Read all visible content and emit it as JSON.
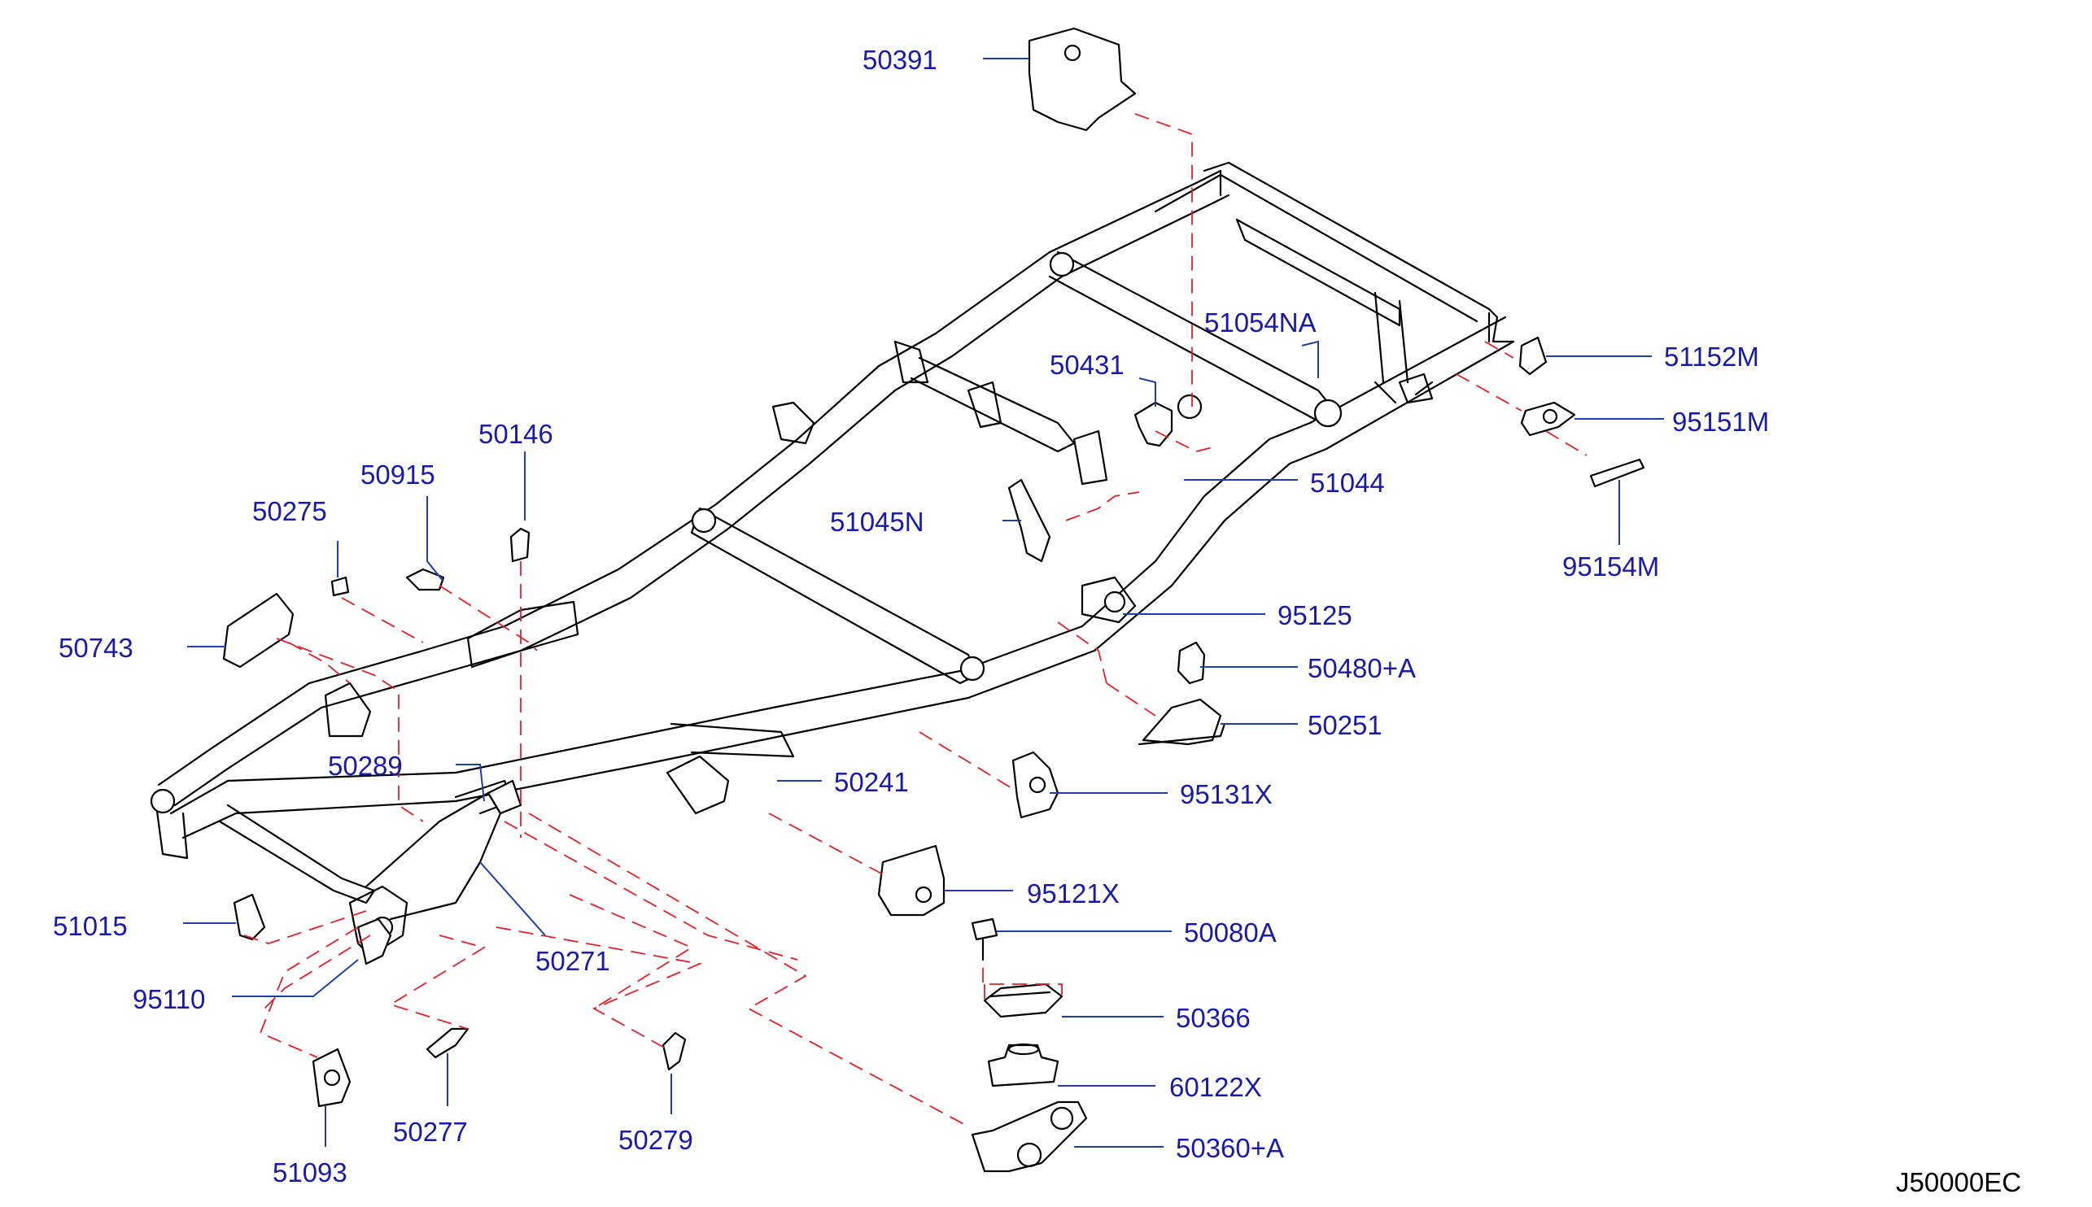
{
  "diagram": {
    "code": "J50000EC",
    "labels": {
      "p50391": "50391",
      "p51054NA": "51054NA",
      "p51152M": "51152M",
      "p95151M": "95151M",
      "p95154M": "95154M",
      "p50431": "50431",
      "p51044": "51044",
      "p50146": "50146",
      "p50915": "50915",
      "p50275": "50275",
      "p51045N": "51045N",
      "p95125": "95125",
      "p50743": "50743",
      "p50480A": "50480+A",
      "p50251": "50251",
      "p50289": "50289",
      "p50241": "50241",
      "p95131X": "95131X",
      "p95121X": "95121X",
      "p51015": "51015",
      "p50080A": "50080A",
      "p50271": "50271",
      "p95110": "95110",
      "p50366": "50366",
      "p60122X": "60122X",
      "p50360A": "50360+A",
      "p50277": "50277",
      "p50279": "50279",
      "p51093": "51093"
    }
  }
}
